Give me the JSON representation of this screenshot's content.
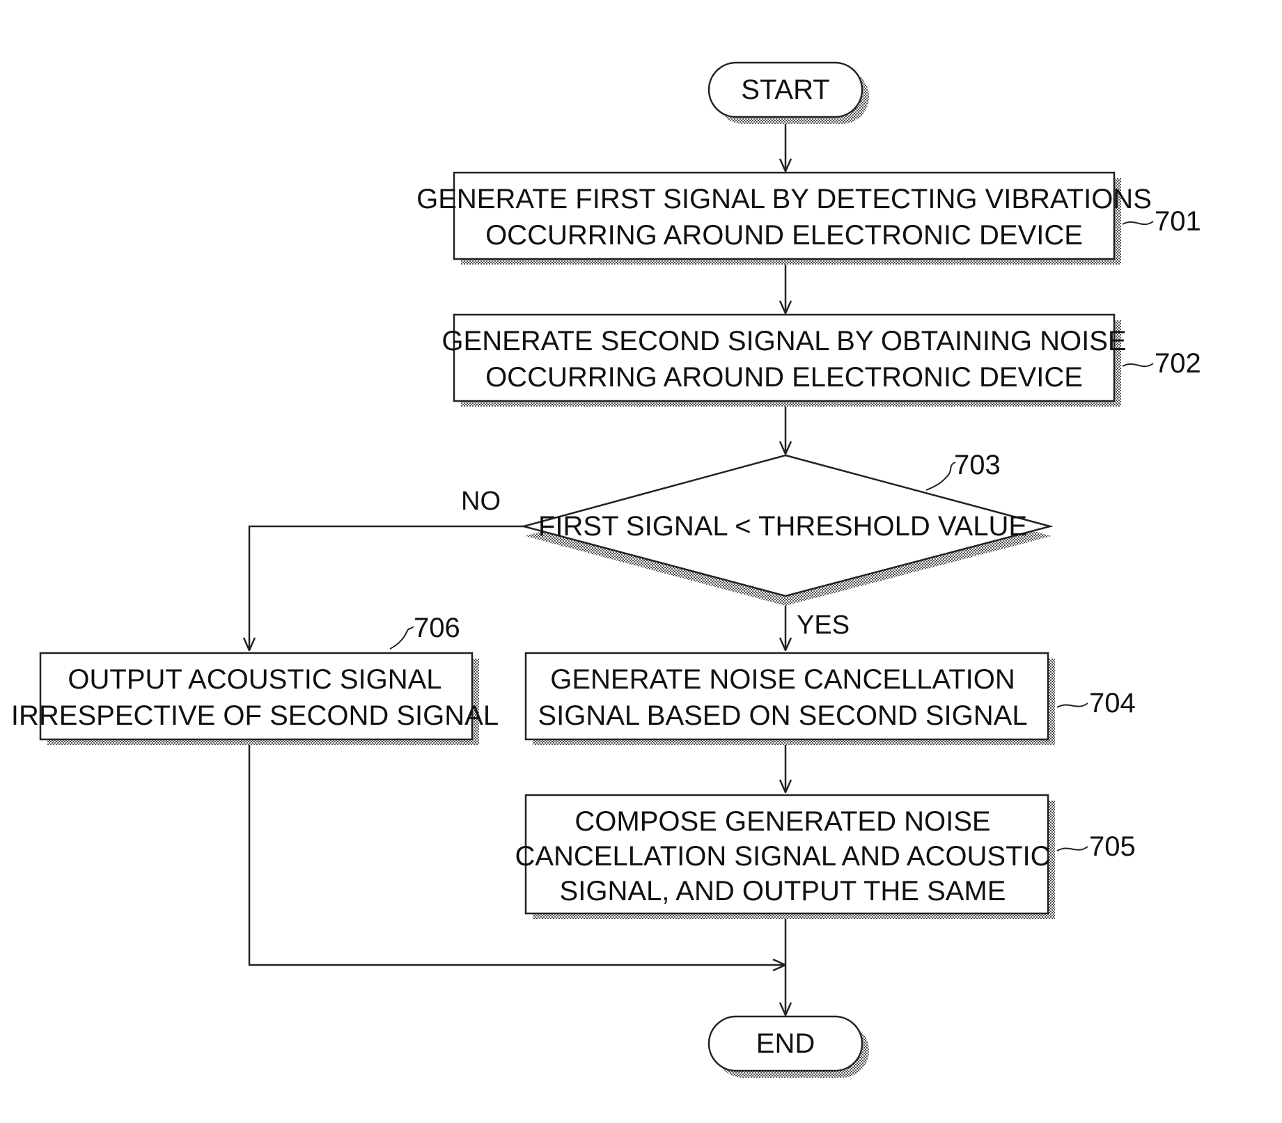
{
  "terminals": {
    "start": "START",
    "end": "END"
  },
  "steps": {
    "s701": {
      "ref": "701",
      "lines": [
        "GENERATE FIRST SIGNAL BY DETECTING VIBRATIONS",
        "OCCURRING AROUND ELECTRONIC DEVICE"
      ]
    },
    "s702": {
      "ref": "702",
      "lines": [
        "GENERATE SECOND SIGNAL BY OBTAINING NOISE",
        "OCCURRING AROUND ELECTRONIC DEVICE"
      ]
    },
    "s703": {
      "ref": "703",
      "lines": [
        "FIRST SIGNAL < THRESHOLD VALUE"
      ]
    },
    "s704": {
      "ref": "704",
      "lines": [
        "GENERATE NOISE CANCELLATION",
        "SIGNAL BASED ON SECOND SIGNAL"
      ]
    },
    "s705": {
      "ref": "705",
      "lines": [
        "COMPOSE GENERATED NOISE",
        "CANCELLATION SIGNAL AND ACOUSTIC",
        "SIGNAL, AND OUTPUT THE SAME"
      ]
    },
    "s706": {
      "ref": "706",
      "lines": [
        "OUTPUT ACOUSTIC SIGNAL",
        "IRRESPECTIVE OF SECOND SIGNAL"
      ]
    }
  },
  "branches": {
    "no": "NO",
    "yes": "YES"
  }
}
